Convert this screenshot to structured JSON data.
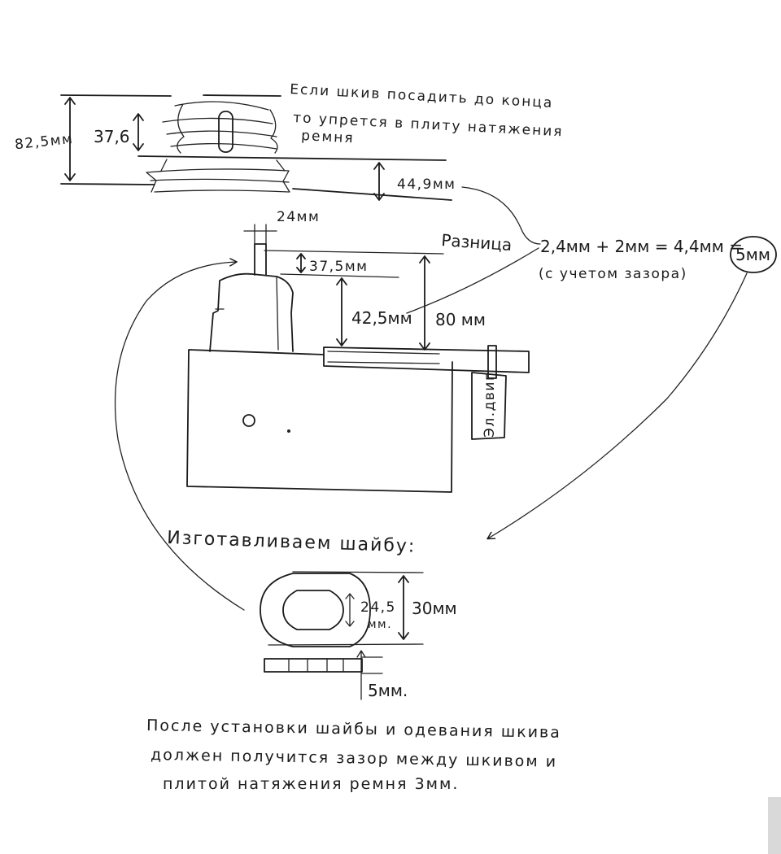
{
  "pulley_section": {
    "note_line1": "Если шкив посадить до конца",
    "note_line2": "то упрется в плиту натяжения",
    "note_line3": "ремня",
    "dim_total": "82,5мм",
    "dim_pulley": "37,6",
    "dim_gap": "44,9мм"
  },
  "motor_section": {
    "dim_width": "24мм",
    "dim_shaft": "37,5мм",
    "dim_425": "42,5мм",
    "dim_80": "80 мм",
    "motor_label": "Эл.двиг"
  },
  "difference": {
    "label": "Разница",
    "calculation": "2,4мм + 2мм = 4,4мм =",
    "result": "5мм",
    "note": "(с учетом зазора)"
  },
  "washer_section": {
    "heading": "Изготавливаем шайбу:",
    "dim_inner": "24,5",
    "dim_inner_unit": "мм.",
    "dim_outer": "30мм",
    "dim_thickness": "5мм."
  },
  "footer": {
    "line1": "После установки шайбы и одевания шкива",
    "line2": "должен получится зазор между шкивом и",
    "line3": "плитой натяжения ремня 3мм."
  }
}
